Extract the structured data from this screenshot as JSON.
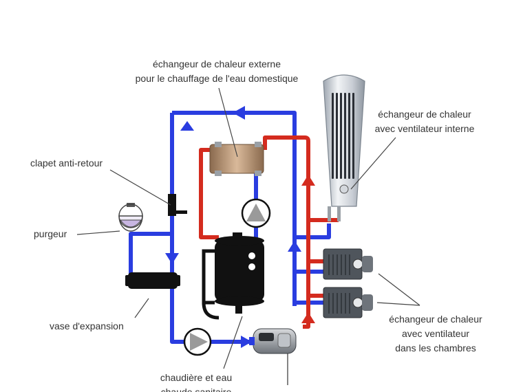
{
  "labels": {
    "hx_external_line1": "échangeur de chaleur externe",
    "hx_external_line2": "pour le chauffage de l'eau domestique",
    "hx_fan_internal_line1": "échangeur de chaleur",
    "hx_fan_internal_line2": "avec ventilateur interne",
    "check_valve": "clapet anti-retour",
    "bleeder": "purgeur",
    "expansion_tank": "vase d'expansion",
    "hx_fan_rooms_line1": "échangeur de chaleur",
    "hx_fan_rooms_line2": "avec ventilateur",
    "hx_fan_rooms_line3": "dans les chambres",
    "boiler_line1": "chaudière et eau",
    "boiler_line2": "chaude sanitaire"
  },
  "colors": {
    "cold_pipe": "#2a3de0",
    "hot_pipe": "#d42b1e",
    "equipment": "#111111",
    "label_text": "#333333",
    "leader_line": "#444444"
  },
  "icons": {
    "pump": "pump-icon",
    "flow_arrow": "flow-arrow-icon",
    "bleeder": "bleeder-icon",
    "tank": "tank-icon",
    "heater": "diesel-heater-icon"
  }
}
